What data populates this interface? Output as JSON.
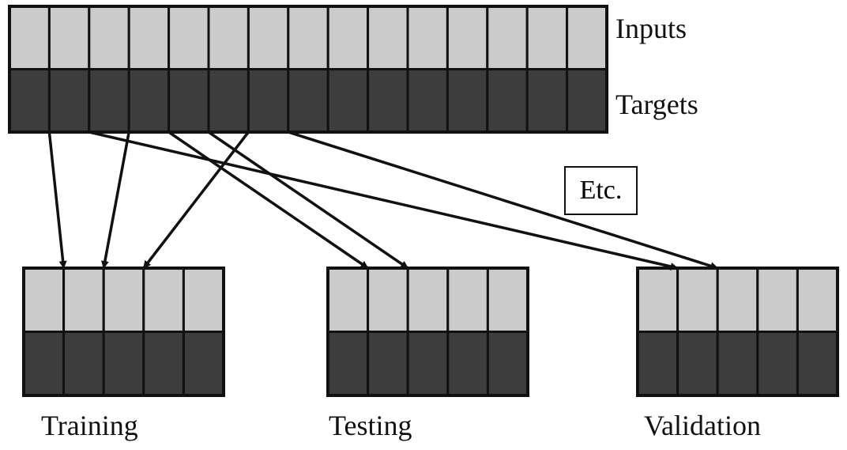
{
  "diagram": {
    "colors": {
      "input_cell": "#cbcbcb",
      "target_cell": "#3d3d3d",
      "stroke": "#111111"
    },
    "full_dataset": {
      "inputs_label": "Inputs",
      "targets_label": "Targets",
      "columns": 15
    },
    "subsets": [
      {
        "id": "training",
        "label": "Training",
        "columns": 5
      },
      {
        "id": "testing",
        "label": "Testing",
        "columns": 5
      },
      {
        "id": "validation",
        "label": "Validation",
        "columns": 5
      }
    ],
    "note": "Etc.",
    "assignments": [
      {
        "from_column": 1,
        "to_subset": "training",
        "to_column": 1
      },
      {
        "from_column": 3,
        "to_subset": "training",
        "to_column": 2
      },
      {
        "from_column": 6,
        "to_subset": "training",
        "to_column": 3
      },
      {
        "from_column": 4,
        "to_subset": "testing",
        "to_column": 1
      },
      {
        "from_column": 5,
        "to_subset": "testing",
        "to_column": 2
      },
      {
        "from_column": 2,
        "to_subset": "validation",
        "to_column": 1
      },
      {
        "from_column": 7,
        "to_subset": "validation",
        "to_column": 2
      }
    ]
  }
}
